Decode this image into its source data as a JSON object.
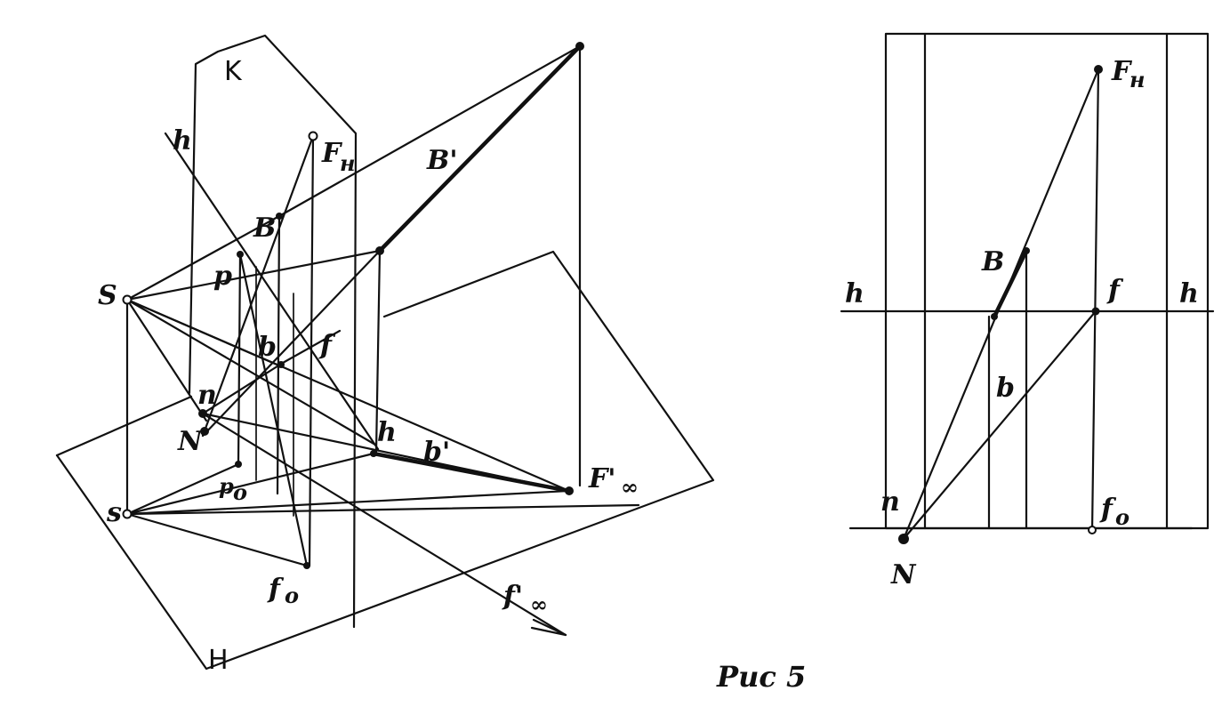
{
  "caption": "Рис 5",
  "left_figure": {
    "plane_labels": {
      "K": "K",
      "H": "H"
    },
    "point_labels": {
      "S": "S",
      "s": "s",
      "h_top": "h",
      "h_mid": "h",
      "F_H": "F",
      "F_H_sub": "н",
      "B": "B",
      "B_prime": "B'",
      "p": "p",
      "b": "b",
      "f": "f",
      "n": "n",
      "N": "N",
      "p0": "p",
      "p0_sub": "o",
      "b_prime": "b'",
      "F_inf": "F'",
      "F_inf_sub": "∞",
      "f0": "f",
      "f0_sub": "o",
      "f_inf": "f'",
      "f_inf_sub": "∞"
    }
  },
  "right_figure": {
    "point_labels": {
      "F_H": "F",
      "F_H_sub": "н",
      "B": "B",
      "h_left": "h",
      "h_right": "h",
      "f": "f",
      "b": "b",
      "n": "n",
      "f0": "f",
      "f0_sub": "o",
      "N": "N"
    }
  }
}
